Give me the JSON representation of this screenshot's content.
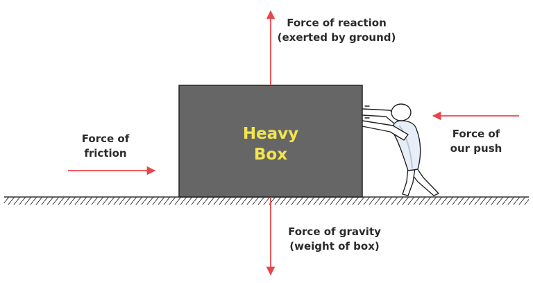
{
  "colors": {
    "arrow": "#e8454a",
    "box_fill": "#666666",
    "box_text": "#f2e54d",
    "ground": "#333333",
    "label_text": "#2b2b2b"
  },
  "box": {
    "line1": "Heavy",
    "line2": "Box"
  },
  "forces": {
    "reaction": {
      "line1": "Force of reaction",
      "line2": "(exerted by ground)"
    },
    "gravity": {
      "line1": "Force of gravity",
      "line2": "(weight of box)"
    },
    "friction": {
      "line1": "Force of",
      "line2": "friction"
    },
    "push": {
      "line1": "Force of",
      "line2": "our push"
    }
  },
  "icons": {
    "person": "stick-figure-pushing"
  }
}
